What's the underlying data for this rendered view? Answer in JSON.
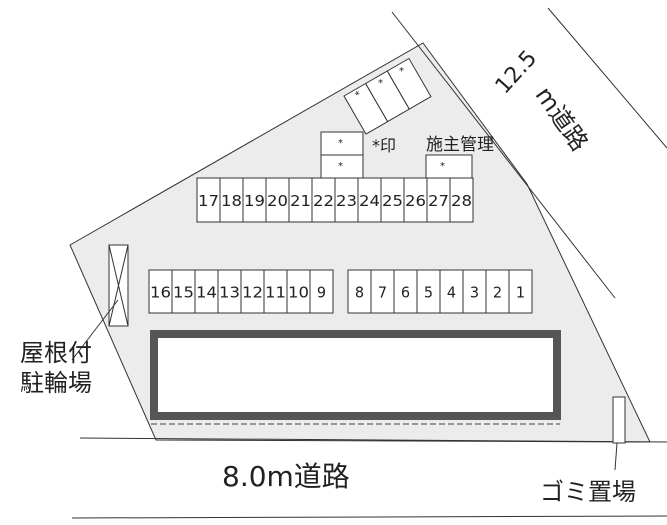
{
  "road_right": {
    "width": "12.5",
    "unit_and_name": "m道路"
  },
  "road_bottom": "8.0m道路",
  "legend_mark": "*印",
  "legend_text": "施主管理",
  "star": "*",
  "bike_parking": [
    "屋根付",
    "駐輪場"
  ],
  "garbage": "ゴミ置場",
  "spaces_top": [
    "17",
    "18",
    "19",
    "20",
    "21",
    "22",
    "23",
    "24",
    "25",
    "26",
    "27",
    "28"
  ],
  "spaces_left": [
    "16",
    "15",
    "14",
    "13",
    "12",
    "11",
    "10",
    "9"
  ],
  "spaces_right": [
    "8",
    "7",
    "6",
    "5",
    "4",
    "3",
    "2",
    "1"
  ],
  "colors": {
    "lot": "#ececec",
    "building_border": "#555555",
    "line": "#333333"
  }
}
